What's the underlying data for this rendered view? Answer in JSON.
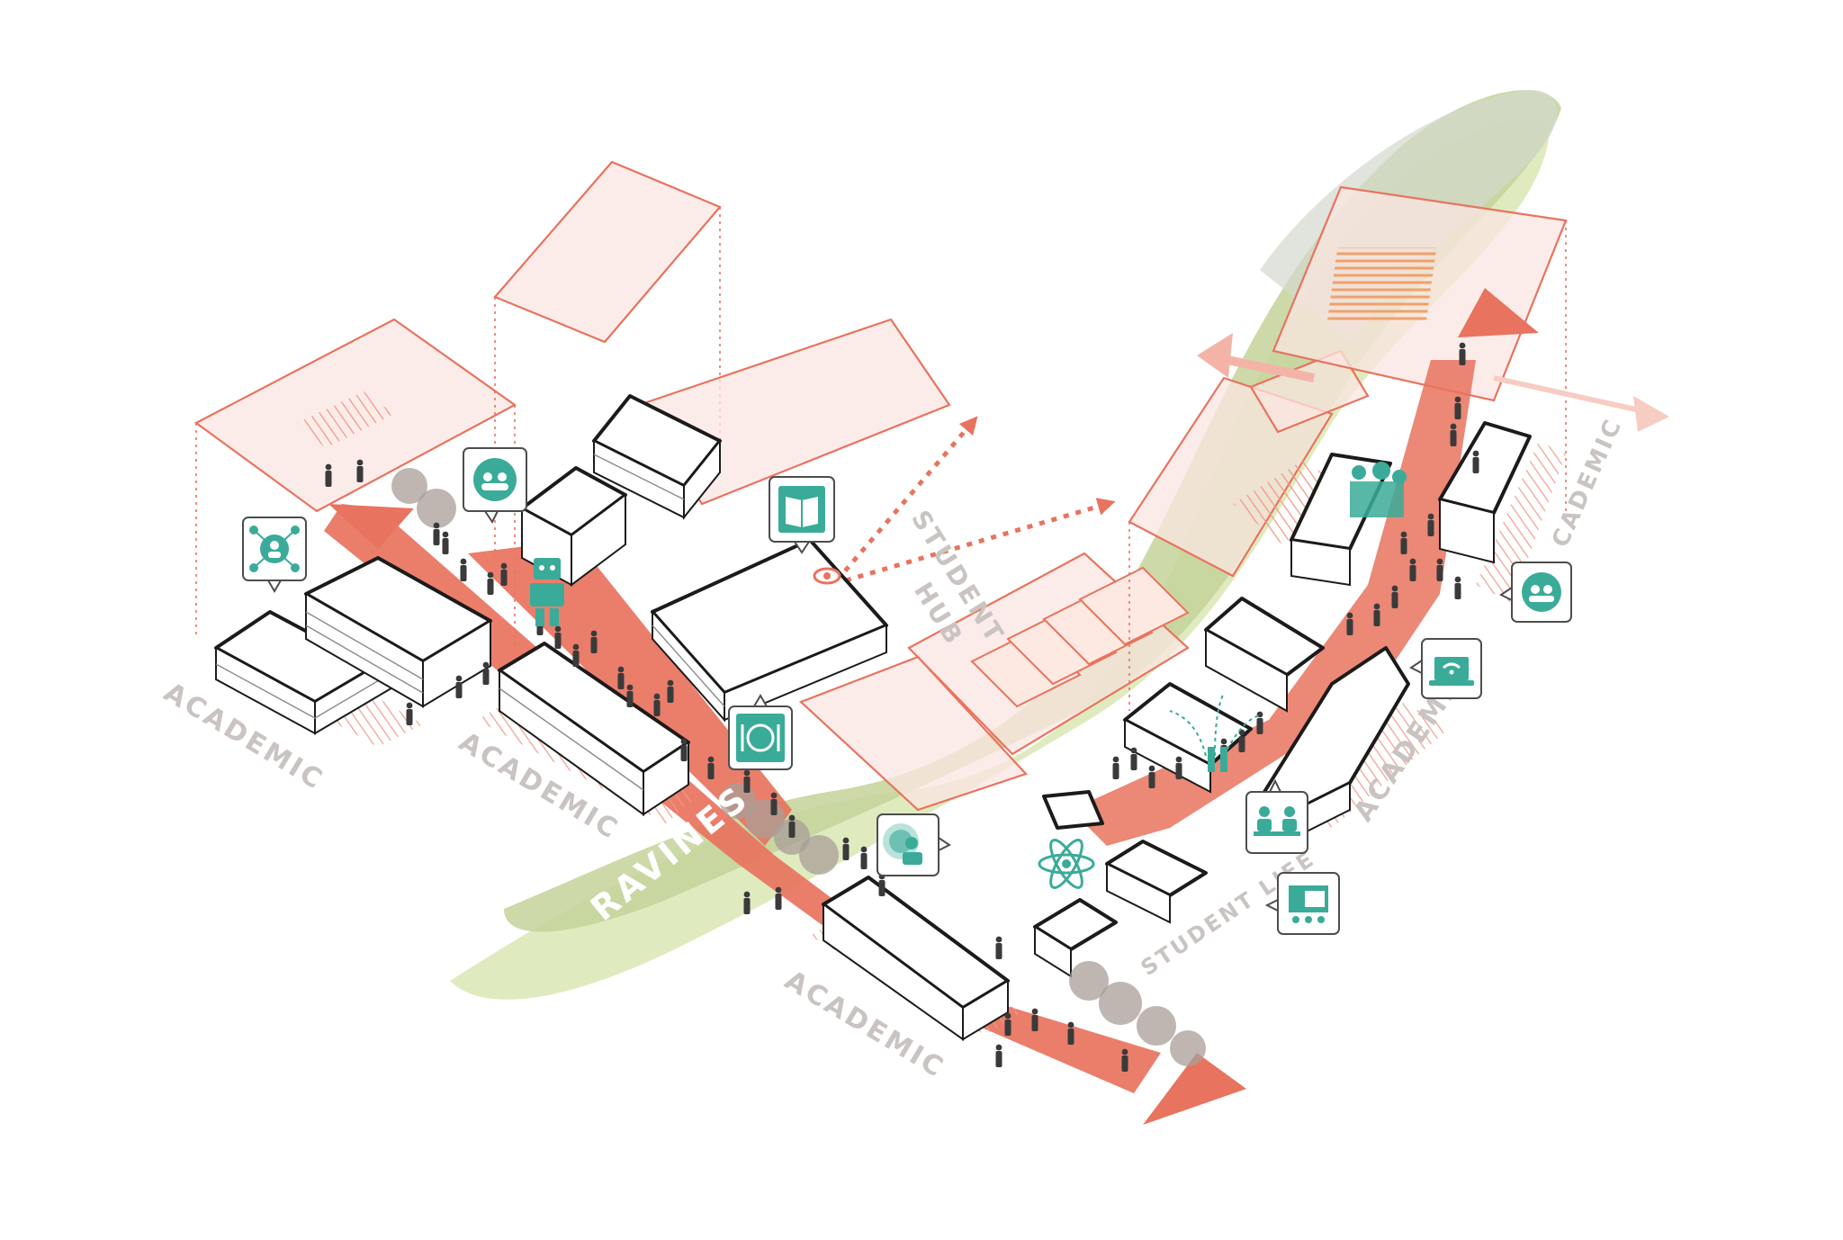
{
  "labels": {
    "academic_1": "ACADEMIC",
    "academic_2": "ACADEMIC",
    "academic_3": "ACADEMIC",
    "academic_4": "ACADEMIC",
    "academic_5": "CADEMIC",
    "student_hub": "STUDENT\nHUB",
    "student_life": "STUDENT LIFE",
    "ravines": "RAVINES"
  },
  "icons": [
    "network-person-icon",
    "community-cycle-icon",
    "robot-icon",
    "book-icon",
    "eye-icon",
    "dining-icon",
    "speaker-icon",
    "atom-icon",
    "meeting-table-icon",
    "presentation-icon",
    "laptop-wifi-icon",
    "community-cycle-icon",
    "fountain-icon",
    "garden-icon"
  ],
  "colors": {
    "path_red": "#e8735e",
    "ghost_fill": "#fbe6e1",
    "ravine_green": "#c9d99a",
    "ravine_grey": "#d7dbd2",
    "icon_teal": "#3aab99",
    "label_grey": "#c9c4c2"
  }
}
